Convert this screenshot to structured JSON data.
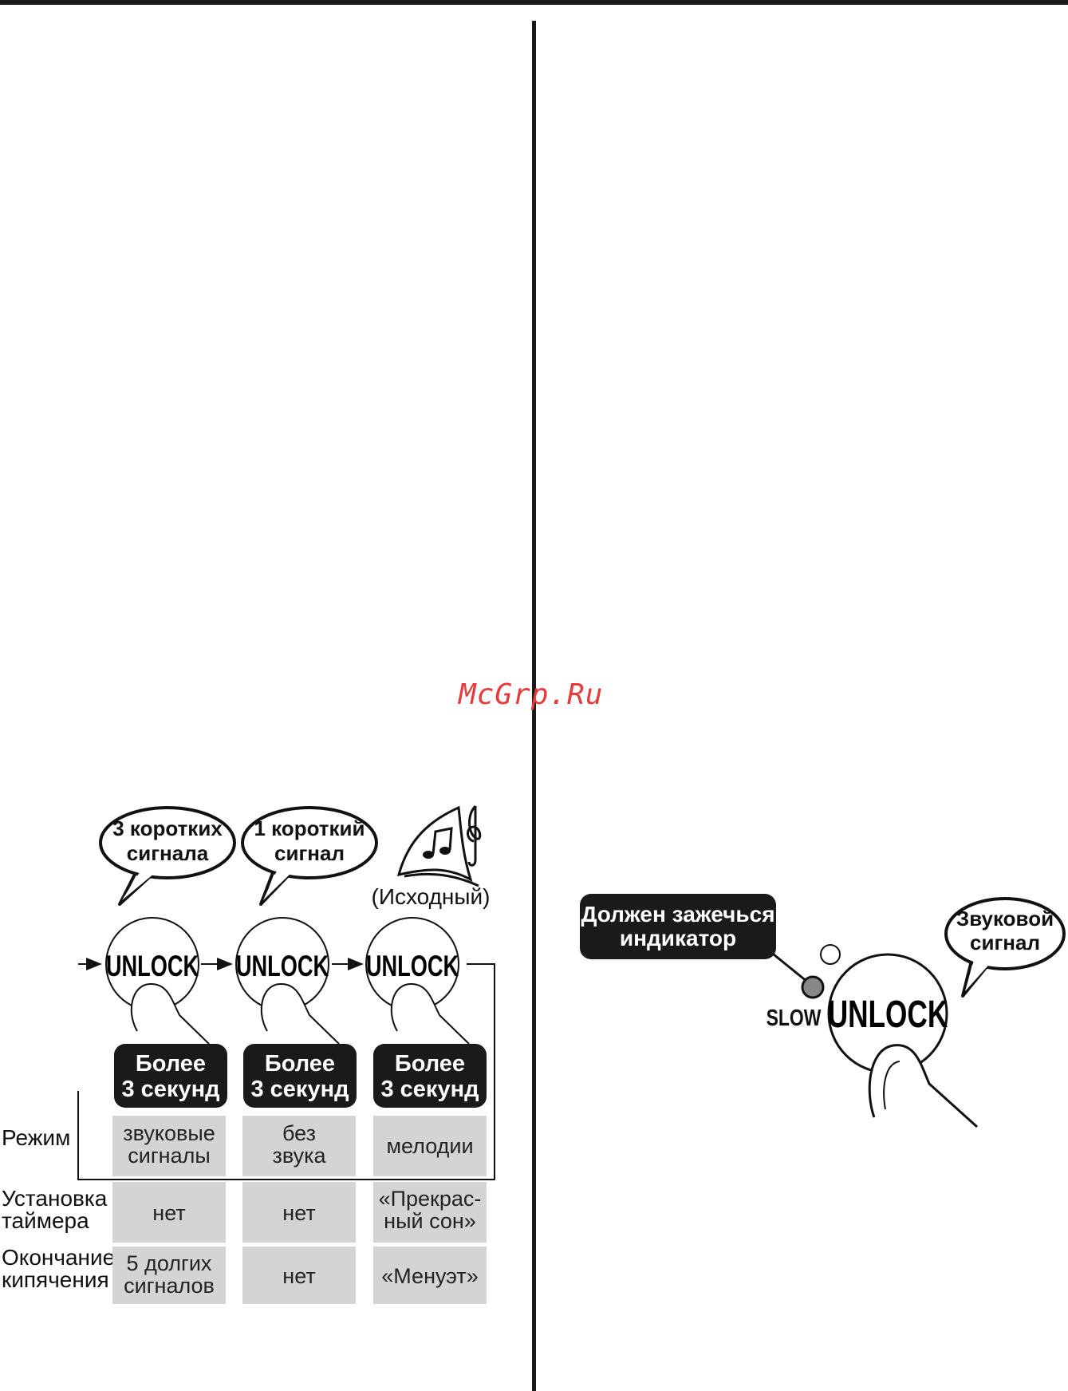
{
  "watermark": "McGrp.Ru",
  "left_diagram": {
    "bubbles": [
      {
        "line1": "3 коротких",
        "line2": "сигнала"
      },
      {
        "line1": "1 короткий",
        "line2": "сигнал"
      }
    ],
    "melody_label": "(Исходный)",
    "buttons": [
      "UNLOCK",
      "UNLOCK",
      "UNLOCK"
    ],
    "press_labels": [
      {
        "line1": "Более",
        "line2": "3 секунд"
      },
      {
        "line1": "Более",
        "line2": "3 секунд"
      },
      {
        "line1": "Более",
        "line2": "3 секунд"
      }
    ],
    "rows": [
      {
        "label1": "Режим",
        "label2": "",
        "cells": [
          {
            "l1": "звуковые",
            "l2": "сигналы"
          },
          {
            "l1": "без",
            "l2": "звука"
          },
          {
            "l1": "мелодии",
            "l2": ""
          }
        ]
      },
      {
        "label1": "Установка",
        "label2": "таймера",
        "cells": [
          {
            "l1": "нет",
            "l2": ""
          },
          {
            "l1": "нет",
            "l2": ""
          },
          {
            "l1": "«Прекрас-",
            "l2": "ный сон»"
          }
        ]
      },
      {
        "label1": "Окончание",
        "label2": "кипячения",
        "cells": [
          {
            "l1": "5 долгих",
            "l2": "сигналов"
          },
          {
            "l1": "нет",
            "l2": ""
          },
          {
            "l1": "«Менуэт»",
            "l2": ""
          }
        ]
      }
    ]
  },
  "right_diagram": {
    "indicator_label": {
      "line1": "Должен зажечься",
      "line2": "индикатор"
    },
    "sound_bubble": {
      "line1": "Звуковой",
      "line2": "сигнал"
    },
    "slow_label": "SLOW",
    "button": "UNLOCK"
  }
}
